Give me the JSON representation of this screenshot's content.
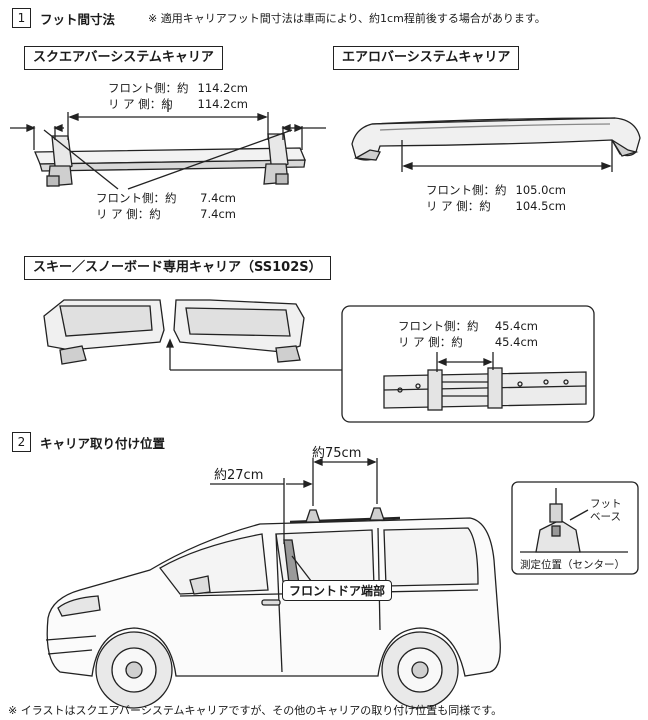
{
  "section1": {
    "number": "1",
    "title": "フット間寸法",
    "note": "※ 適用キャリアフット間寸法は車両により、約1cm程前後する場合があります。"
  },
  "square": {
    "label": "スクエアバーシステムキャリア",
    "outer": {
      "front_label": "フロント側：約",
      "front_value": "114.2cm",
      "rear_label": "リ ア 側：約",
      "rear_value": "114.2cm"
    },
    "inner": {
      "front_label": "フロント側：約",
      "front_value": "7.4cm",
      "rear_label": "リ ア 側：約",
      "rear_value": "7.4cm"
    }
  },
  "aero": {
    "label": "エアロバーシステムキャリア",
    "front_label": "フロント側：約",
    "front_value": "105.0cm",
    "rear_label": "リ ア 側：約",
    "rear_value": "104.5cm"
  },
  "ski": {
    "label": "スキー／スノーボード専用キャリア（SS102S）",
    "front_label": "フロント側：約",
    "front_value": "45.4cm",
    "rear_label": "リ ア 側：約",
    "rear_value": "45.4cm"
  },
  "section2": {
    "number": "2",
    "title": "キャリア取り付け位置",
    "dim_75": "約75cm",
    "dim_27": "約27cm",
    "front_door_tag": "フロントドア端部",
    "foot_base_label": "フット\nベース",
    "measure_pos": "測定位置（センター）"
  },
  "footer_note": "※ イラストはスクエアバーシステムキャリアですが、その他のキャリアの取り付け位置も同様です。"
}
